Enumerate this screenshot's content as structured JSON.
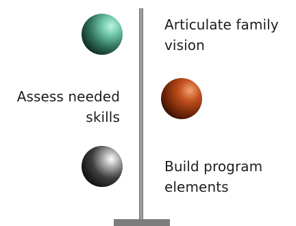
{
  "steps": [
    {
      "label": "Articulate family vision",
      "side": "right",
      "ball_color": "#6fc4a6"
    },
    {
      "label": "Assess needed skills",
      "side": "left",
      "ball_color": "#c4521f"
    },
    {
      "label": "Build program elements",
      "side": "right",
      "ball_color": "#b0b0b0"
    }
  ],
  "colors": {
    "pole": "#8f8f8f",
    "text": "#1c1c1c"
  }
}
